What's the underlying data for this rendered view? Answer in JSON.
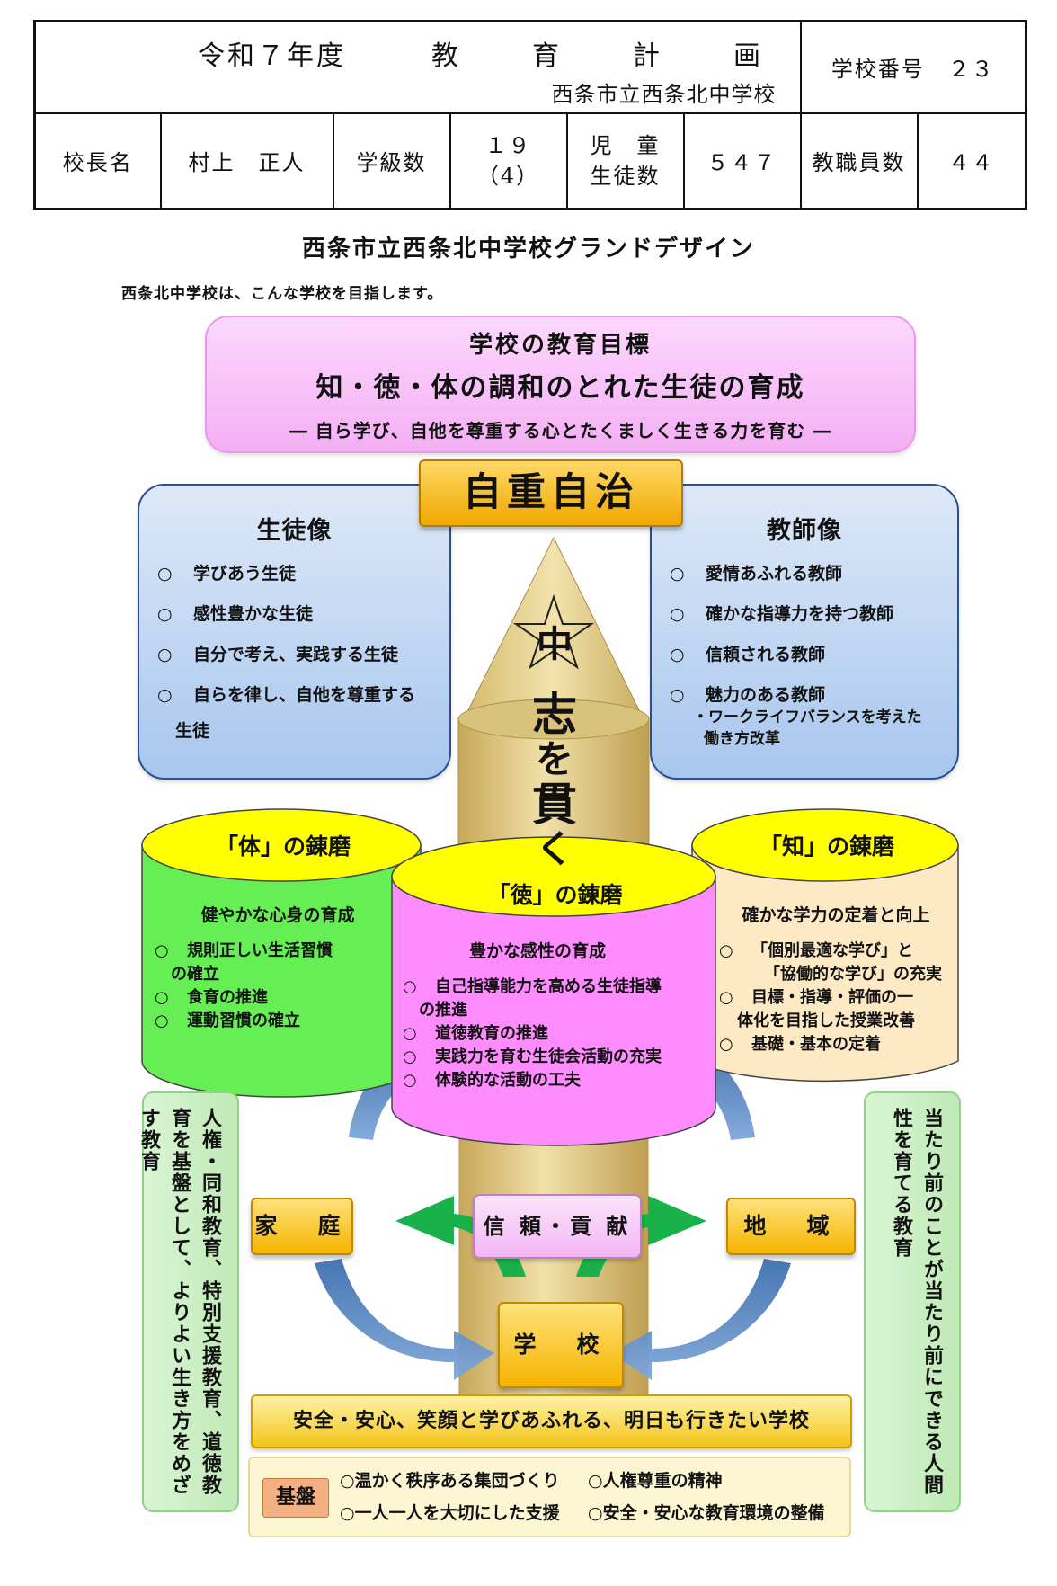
{
  "header": {
    "fiscal_year": "令和７年度",
    "title": "教　育　計　画",
    "school_name": "西条市立西条北中学校",
    "school_number": "学校番号　２３",
    "principal_label": "校長名",
    "principal_name": "村上　正人",
    "classes_label": "学級数",
    "classes_value": "１９",
    "classes_sub": "（4）",
    "students_label_1": "児　童",
    "students_label_2": "生徒数",
    "students_value": "５４７",
    "staff_label": "教職員数",
    "staff_value": "４４"
  },
  "grand_design": {
    "title": "西条市立西条北中学校グランドデザイン",
    "subtitle": "西条北中学校は、こんな学校を目指します。"
  },
  "goal": {
    "heading": "学校の教育目標",
    "main": "知・徳・体の調和のとれた生徒の育成",
    "sub": "― 自ら学び、自他を尊重する心とたくましく生きる力を育む ―"
  },
  "motto": "自重自治",
  "pencil": {
    "emblem": "中",
    "text": [
      "志",
      "を",
      "貫",
      "く"
    ]
  },
  "student_ideal": {
    "title": "生徒像",
    "items": [
      "学びあう生徒",
      "感性豊かな生徒",
      "自分で考え、実践する生徒",
      "自らを律し、自他を尊重する"
    ],
    "last_cont": "生徒"
  },
  "teacher_ideal": {
    "title": "教師像",
    "items": [
      "愛情あふれる教師",
      "確かな指導力を持つ教師",
      "信頼される教師",
      "魅力のある教師"
    ],
    "note_1": "・ワークライフバランスを考えた",
    "note_2": "働き方改革"
  },
  "body": {
    "title": "「体」の錬磨",
    "heading": "健やかな心身の育成",
    "items": [
      "規則正しい生活習慣",
      "食育の推進",
      "運動習慣の確立"
    ],
    "item1_cont": "の確立"
  },
  "virtue": {
    "title": "「徳」の錬磨",
    "heading": "豊かな感性の育成",
    "items": [
      "自己指導能力を高める生徒指導",
      "道徳教育の推進",
      "実践力を育む生徒会活動の充実",
      "体験的な活動の工夫"
    ],
    "item1_cont": "の推進"
  },
  "knowledge": {
    "title": "「知」の錬磨",
    "heading": "確かな学力の定着と向上",
    "item1": "「個別最適な学び」と",
    "item1_cont": "「協働的な学び」の充実",
    "item2": "目標・指導・評価の一",
    "item2_cont": "体化を目指した授業改善",
    "item3": "基礎・基本の定着"
  },
  "left_side": "人権・同和教育、特別支援教育、道徳教育を基盤として、よりよい生き方をめざす教育",
  "right_side": "当たり前のことが当たり前にできる人間性を育てる教育",
  "home": "家　庭",
  "community": "地　域",
  "school": "学　校",
  "trust": "信 頼・貢 献",
  "banner": "安全・安心、笑顔と学びあふれる、明日も行きたい学校",
  "base": {
    "label": "基盤",
    "items": [
      "○温かく秩序ある集団づくり",
      "○人権尊重の精神",
      "○一人一人を大切にした支援",
      "○安全・安心な教育環境の整備"
    ]
  },
  "bullet": "○",
  "colors": {
    "goal_pink": "#f4aff4",
    "side_blue": "#a8c6ee",
    "cylinder_green": "#66ee55",
    "cylinder_magenta": "#ff8cff",
    "cylinder_cream": "#fde9c4",
    "cylinder_top_yellow": "#ffff00",
    "pencil": "#d9c27a",
    "arrow_blue": "#4f81bd",
    "arrow_green": "#19b24a",
    "button_orange": "#f5b400"
  }
}
